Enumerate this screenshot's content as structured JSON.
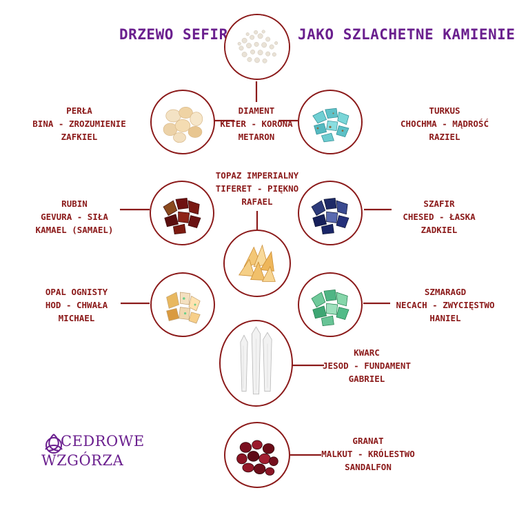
{
  "header": {
    "title_left": "DRZEWO SEFIR",
    "title_right": "JAKO SZLACHETNE KAMIENIE"
  },
  "stones": [
    {
      "id": "diament",
      "lines": [
        "DIAMENT",
        "KETER - KORONA",
        "METARON"
      ]
    },
    {
      "id": "perla",
      "lines": [
        "PERŁA",
        "BINA - ZROZUMIENIE",
        "ZAFKIEL"
      ]
    },
    {
      "id": "turkus",
      "lines": [
        "TURKUS",
        "CHOCHMA - MĄDROŚĆ",
        "RAZIEL"
      ]
    },
    {
      "id": "rubin",
      "lines": [
        "RUBIN",
        "GEVURA - SIŁA",
        "KAMAEL (SAMAEL)"
      ]
    },
    {
      "id": "topaz",
      "lines": [
        "TOPAZ IMPERIALNY",
        "TIFERET - PIĘKNO",
        "RAFAEL"
      ]
    },
    {
      "id": "szafir",
      "lines": [
        "SZAFIR",
        "CHESED - ŁASKA",
        "ZADKIEL"
      ]
    },
    {
      "id": "opal",
      "lines": [
        "OPAL OGNISTY",
        "HOD - CHWAŁA",
        "MICHAEL"
      ]
    },
    {
      "id": "szmaragd",
      "lines": [
        "SZMARAGD",
        "NECACH - ZWYCIĘSTWO",
        "HANIEL"
      ]
    },
    {
      "id": "kwarc",
      "lines": [
        "KWARC",
        "JESOD - FUNDAMENT",
        "GABRIEL"
      ]
    },
    {
      "id": "granat",
      "lines": [
        "GRANAT",
        "MALKUT - KRÓLESTWO",
        "SANDALFON"
      ]
    }
  ],
  "logo": {
    "line1": "CEDROWE",
    "line2": "WZGÓRZA"
  },
  "colors": {
    "title": "#6a1f8e",
    "label": "#8b1a1a",
    "line": "#8b1a1a"
  }
}
